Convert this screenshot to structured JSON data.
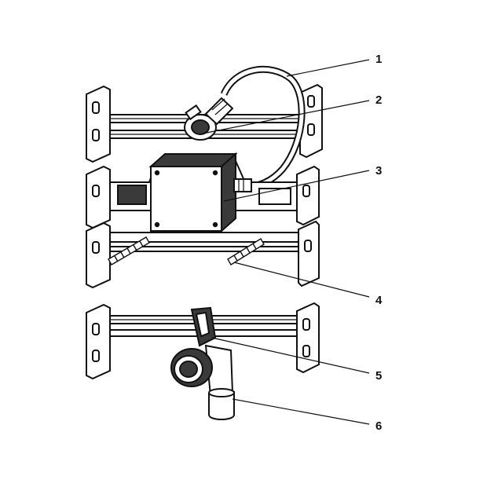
{
  "colors": {
    "ink": "#111111",
    "paper": "#ffffff",
    "shade": "#3a3a3a"
  },
  "callouts": [
    {
      "label": "1",
      "part": "cable-hose"
    },
    {
      "label": "2",
      "part": "hose-connector"
    },
    {
      "label": "3",
      "part": "junction-box"
    },
    {
      "label": "4",
      "part": "threaded-rod"
    },
    {
      "label": "5",
      "part": "valve-clamp"
    },
    {
      "label": "6",
      "part": "drain-pipe"
    }
  ]
}
